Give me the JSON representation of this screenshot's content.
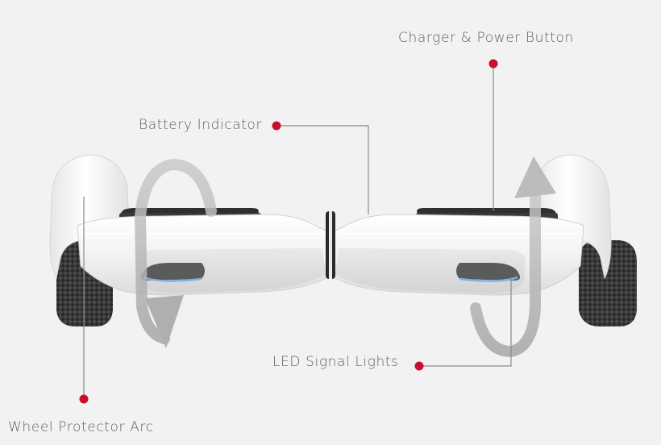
{
  "callouts": {
    "charger": "Charger & Power Button",
    "battery": "Battery Indicator",
    "led": "LED Signal Lights",
    "wheel": "Wheel Protector Arc"
  },
  "colors": {
    "background": "#f2f2f2",
    "body": "#f4f4f4",
    "accent_dot": "#c8102e",
    "leader_line": "#8a8a8a",
    "label_text": "#5f5f5f",
    "arrow": "#b8b8b8",
    "led_blue": "#7fb3e6",
    "pad": "#2f2f2f"
  },
  "icons": [
    "rotate-arrow-left-icon",
    "rotate-arrow-right-icon"
  ]
}
